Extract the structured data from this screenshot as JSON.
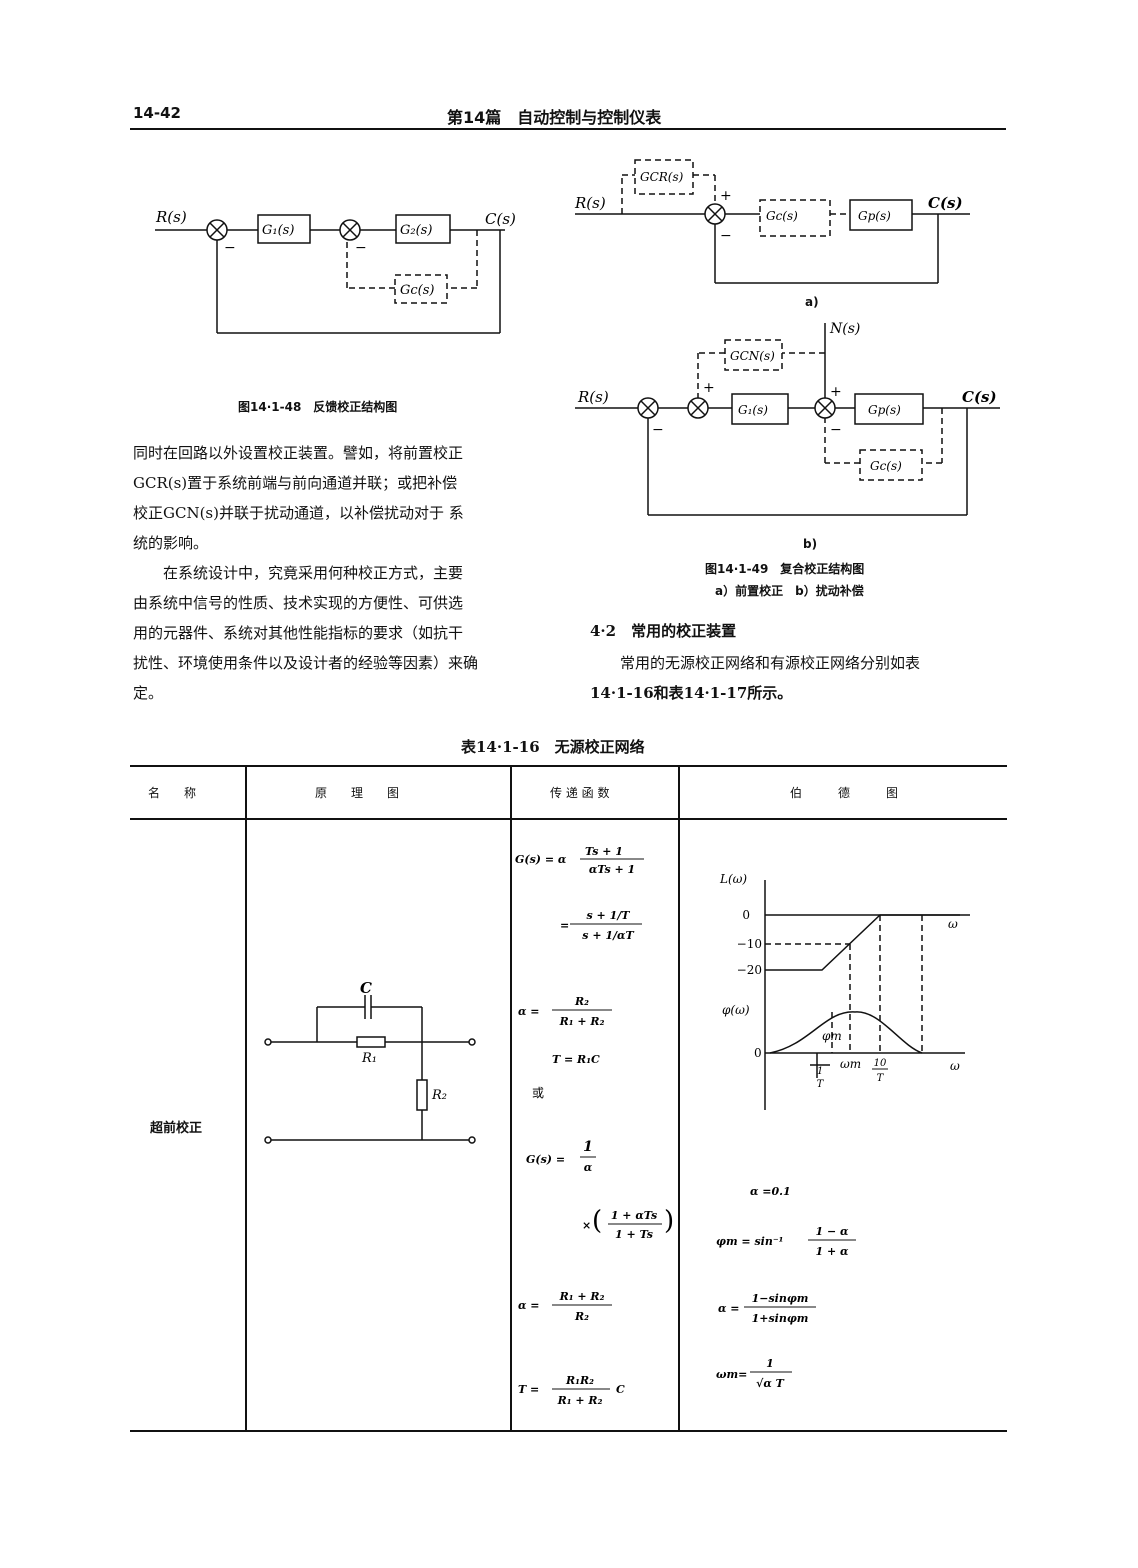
{
  "header": {
    "page_number": "14-42",
    "chapter": "第14篇　自动控制与控制仪表"
  },
  "fig48": {
    "caption": "图14·1-48　反馈校正结构图",
    "input": "R(s)",
    "output": "C(s)",
    "g1": "G₁(s)",
    "g2": "G₂(s)",
    "gc": "Gc(s)",
    "minus": "−"
  },
  "fig49": {
    "caption": "图14·1-49　复合校正结构图",
    "subcaption": "a）前置校正　b）扰动补偿",
    "a_label": "a)",
    "b_label": "b)",
    "a": {
      "input": "R(s)",
      "output": "C(s)",
      "gcr": "GCR(s)",
      "gc": "Gc(s)",
      "gp": "Gp(s)"
    },
    "b": {
      "input": "R(s)",
      "output": "C(s)",
      "disturbance": "N(s)",
      "gcn": "GCN(s)",
      "g1": "G₁(s)",
      "gp": "Gp(s)",
      "gc": "Gc(s)"
    },
    "plus": "+",
    "minus": "−"
  },
  "left_text": {
    "line1": "同时在回路以外设置校正装置。譬如，将前置校正",
    "line2": "GCR(s)置于系统前端与前向通道并联；或把补偿",
    "line3": "校正GCN(s)并联于扰动通道，以补偿扰动对于 系",
    "line4": "统的影响。",
    "para2_l1": "在系统设计中，究竟采用何种校正方式，主要",
    "para2_l2": "由系统中信号的性质、技术实现的方便性、可供选",
    "para2_l3": "用的元器件、系统对其他性能指标的要求（如抗干",
    "para2_l4": "扰性、环境使用条件以及设计者的经验等因素）来确",
    "para2_l5": "定。"
  },
  "section": {
    "heading": "4·2　常用的校正装置",
    "line1": "常用的无源校正网络和有源校正网络分别如表",
    "line2": "14·1-16和表14·1-17所示。"
  },
  "table": {
    "title": "表14·1-16　无源校正网络",
    "columns": [
      "名　　称",
      "原　　理　　图",
      "传 递 函 数",
      "伯　　　德　　　图"
    ],
    "row_name": "超前校正",
    "circuit": {
      "c": "C",
      "r1": "R₁",
      "r2": "R₂"
    },
    "tf": {
      "f1_lhs": "G(s) = α",
      "f1_num": "Ts + 1",
      "f1_den": "αTs + 1",
      "f2_lhs": "=",
      "f2_num": "s + 1/T",
      "f2_den": "s + 1/αT",
      "f3_lhs": "α =",
      "f3_num": "R₂",
      "f3_den": "R₁ + R₂",
      "f4": "T = R₁C",
      "or": "或",
      "f5_lhs": "G(s) =",
      "f5_num": "1",
      "f5_den": "α",
      "f6_lhs": "×",
      "f6_num": "1 + αTs",
      "f6_den": "1 + Ts",
      "f7_lhs": "α =",
      "f7_num": "R₁ + R₂",
      "f7_den": "R₂",
      "f8_lhs": "T =",
      "f8_num": "R₁R₂",
      "f8_den": "R₁ + R₂",
      "f8_rhs": "C"
    },
    "bode": {
      "l_label": "L(ω)",
      "phi_label": "φ(ω)",
      "omega": "ω",
      "l_ticks": [
        "0",
        "−10",
        "−20"
      ],
      "phi_zero": "0",
      "phi_m": "φm",
      "omega_m": "ωm",
      "x1_num": "1",
      "x1_den": "T",
      "x2_num": "10",
      "x2_den": "T",
      "alpha": "α =0.1",
      "phim_eq_lhs": "φm = sin⁻¹",
      "phim_num": "1 − α",
      "phim_den": "1 + α",
      "alpha_eq_lhs": "α =",
      "alpha_num": "1−sinφm",
      "alpha_den": "1+sinφm",
      "omegam_lhs": "ωm=",
      "omegam_num": "1",
      "omegam_den": "√α T"
    }
  }
}
